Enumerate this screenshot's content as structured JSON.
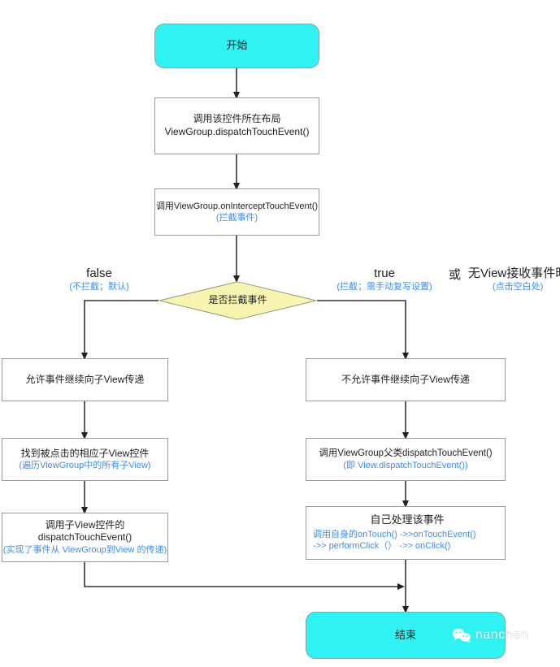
{
  "diagram": {
    "title_nodes": {
      "start": "开始",
      "end": "结束"
    },
    "nodes": [
      {
        "id": "start",
        "kind": "terminal",
        "lines": [
          "开始"
        ]
      },
      {
        "id": "dispatch-viewgroup",
        "kind": "process",
        "lines": [
          "调用该控件所在布局",
          "ViewGroup.dispatchTouchEvent()"
        ]
      },
      {
        "id": "on-intercept",
        "kind": "process",
        "lines": [
          "调用ViewGroup.onInterceptTouchEvent()"
        ],
        "note": "(拦截事件)"
      },
      {
        "id": "decision-intercept",
        "kind": "decision",
        "lines": [
          "是否拦截事件"
        ]
      },
      {
        "id": "allow-pass",
        "kind": "process",
        "lines": [
          "允许事件继续向子View传递"
        ]
      },
      {
        "id": "find-child",
        "kind": "process",
        "lines": [
          "找到被点击的相应子View控件"
        ],
        "note": "(遍历ViewGroup中的所有子View)"
      },
      {
        "id": "child-dispatch",
        "kind": "process",
        "lines": [
          "调用子View控件的",
          "dispatchTouchEvent()"
        ],
        "note": "(实现了事件从 ViewGroup到View 的传递)"
      },
      {
        "id": "deny-pass",
        "kind": "process",
        "lines": [
          "不允许事件继续向子View传递"
        ]
      },
      {
        "id": "super-dispatch",
        "kind": "process",
        "lines": [
          "调用ViewGroup父类dispatchTouchEvent()"
        ],
        "note": "(即 View.dispatchTouchEvent())"
      },
      {
        "id": "self-handle",
        "kind": "process",
        "lines": [
          "自己处理该事件"
        ],
        "note_lines": [
          "调用自身的onTouch() ->>onTouchEvent()",
          "->> performClick（）  ->> onClick()"
        ]
      },
      {
        "id": "end",
        "kind": "terminal",
        "lines": [
          "结束"
        ]
      }
    ],
    "branches": {
      "false": {
        "label": "false",
        "sub": "(不拦截；默认)"
      },
      "true": {
        "label": "true",
        "sub": "(拦截；需手动复写设置)"
      },
      "or_word": "或",
      "no_view": {
        "label": "无View接收事件时",
        "sub": "(点击空白处)"
      }
    },
    "watermark": {
      "icon": "wechat-icon",
      "text": "nanchen"
    },
    "colors": {
      "terminal_fill": "#2ff2f2",
      "decision_fill": "#f7f5b0",
      "note_text": "#3c8df0",
      "border": "#999999",
      "line": "#222222"
    }
  }
}
